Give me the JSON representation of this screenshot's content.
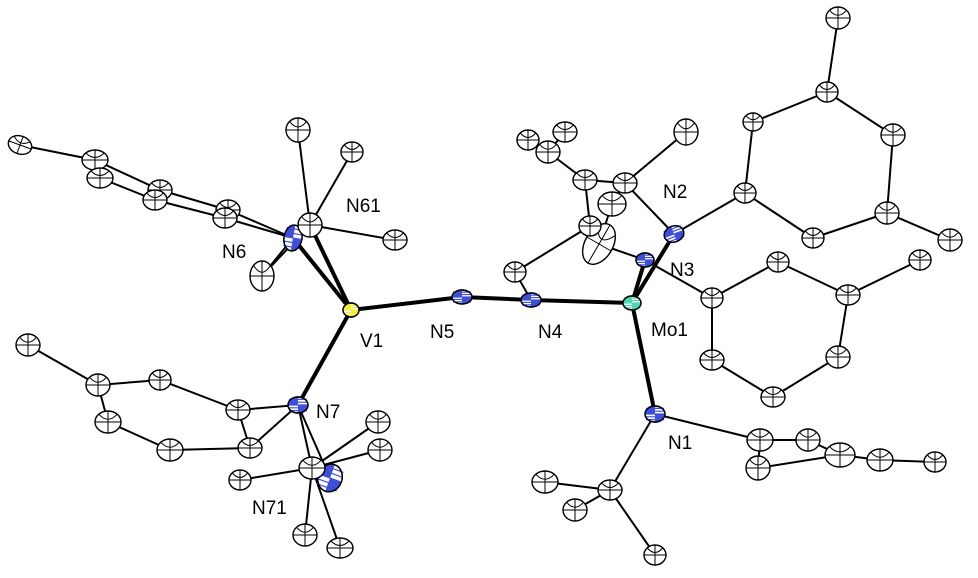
{
  "colors": {
    "carbon": "#ffffff",
    "nitrogen": "#3f4fd8",
    "vanadium": "#f2ec3a",
    "molybdenum": "#4fd6b4",
    "bond": "#000000"
  },
  "labels": {
    "V1": "V1",
    "N5": "N5",
    "N4": "N4",
    "Mo1": "Mo1",
    "N1": "N1",
    "N2": "N2",
    "N3": "N3",
    "N6": "N6",
    "N61": "N61",
    "N7": "N7",
    "N71": "N71"
  }
}
